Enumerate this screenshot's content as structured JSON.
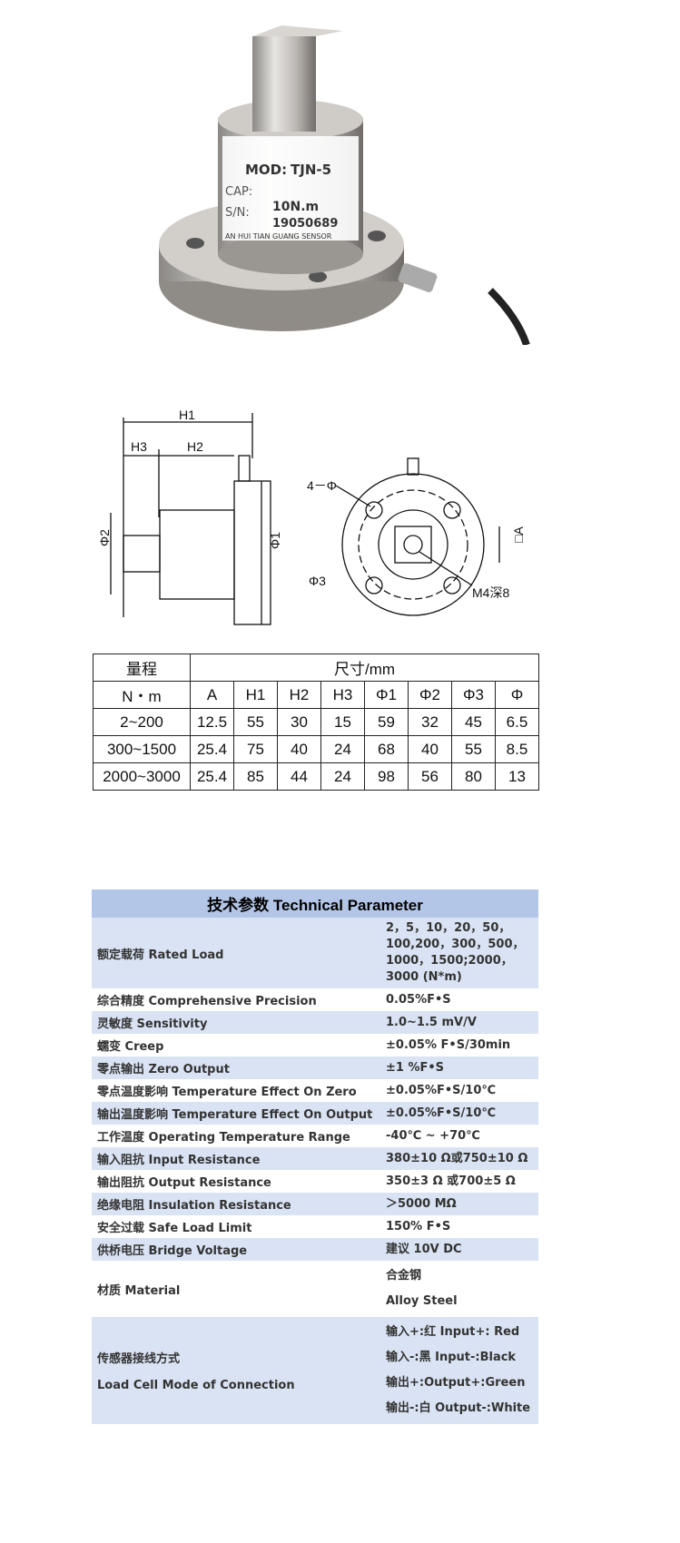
{
  "photo": {
    "label_model": "MOD:",
    "model": "TJN-5",
    "label_cap": "CAP:",
    "cap": "10N.m",
    "label_sn": "S/N:",
    "sn": "19050689",
    "brand": "AN HUI TIAN GUANG SENSOR"
  },
  "drawing": {
    "h1": "H1",
    "h2": "H2",
    "h3": "H3",
    "phi1": "Φ1",
    "phi2": "Φ2",
    "phi3": "Φ3",
    "holes": "4－Φ",
    "a": "□A",
    "thread": "M4深8"
  },
  "dim_table": {
    "range_label": "量程",
    "dim_label": "尺寸/mm",
    "unit": "N・m",
    "columns": [
      "A",
      "H1",
      "H2",
      "H3",
      "Φ1",
      "Φ2",
      "Φ3",
      "Φ"
    ],
    "rows": [
      [
        "2~200",
        "12.5",
        "55",
        "30",
        "15",
        "59",
        "32",
        "45",
        "6.5"
      ],
      [
        "300~1500",
        "25.4",
        "75",
        "40",
        "24",
        "68",
        "40",
        "55",
        "8.5"
      ],
      [
        "2000~3000",
        "25.4",
        "85",
        "44",
        "24",
        "98",
        "56",
        "80",
        "13"
      ]
    ]
  },
  "tech": {
    "title": "技术参数 Technical Parameter",
    "rows": [
      {
        "label": "额定载荷 Rated Load",
        "value": [
          "2，5，10，20，50，",
          "100,200，300，500，",
          "1000，1500;2000，",
          "3000 (N*m)"
        ]
      },
      {
        "label": "综合精度 Comprehensive Precision",
        "value": [
          "0.05%F•S"
        ]
      },
      {
        "label": "灵敏度 Sensitivity",
        "value": [
          "1.0~1.5 mV/V"
        ]
      },
      {
        "label": "蠕变 Creep",
        "value": [
          "±0.05% F•S/30min"
        ]
      },
      {
        "label": "零点输出 Zero Output",
        "value": [
          "±1 %F•S"
        ]
      },
      {
        "label": "零点温度影响 Temperature Effect On Zero",
        "value": [
          "±0.05%F•S/10℃"
        ]
      },
      {
        "label": "输出温度影响 Temperature Effect On Output",
        "value": [
          "±0.05%F•S/10℃"
        ]
      },
      {
        "label": "工作温度 Operating Temperature Range",
        "value": [
          "-40℃ ~ +70℃"
        ]
      },
      {
        "label": "输入阻抗 Input Resistance",
        "value": [
          "380±10 Ω或750±10 Ω"
        ]
      },
      {
        "label": "输出阻抗 Output Resistance",
        "value": [
          "350±3 Ω 或700±5 Ω"
        ]
      },
      {
        "label": "绝缘电阻 Insulation Resistance",
        "value": [
          "＞5000 MΩ"
        ]
      },
      {
        "label": "安全过载 Safe Load Limit",
        "value": [
          "150% F•S"
        ]
      },
      {
        "label": "供桥电压 Bridge Voltage",
        "value": [
          "建议 10V DC"
        ]
      },
      {
        "label": "材质 Material",
        "value": [
          "合金钢",
          "Alloy Steel"
        ]
      }
    ],
    "connection": {
      "label_cn": "传感器接线方式",
      "label_en": "Load Cell Mode of Connection",
      "value": [
        "输入+:红 Input+: Red",
        "输入-:黑 Input-:Black",
        "输出+:Output+:Green",
        "输出-:白 Output-:White"
      ]
    }
  }
}
